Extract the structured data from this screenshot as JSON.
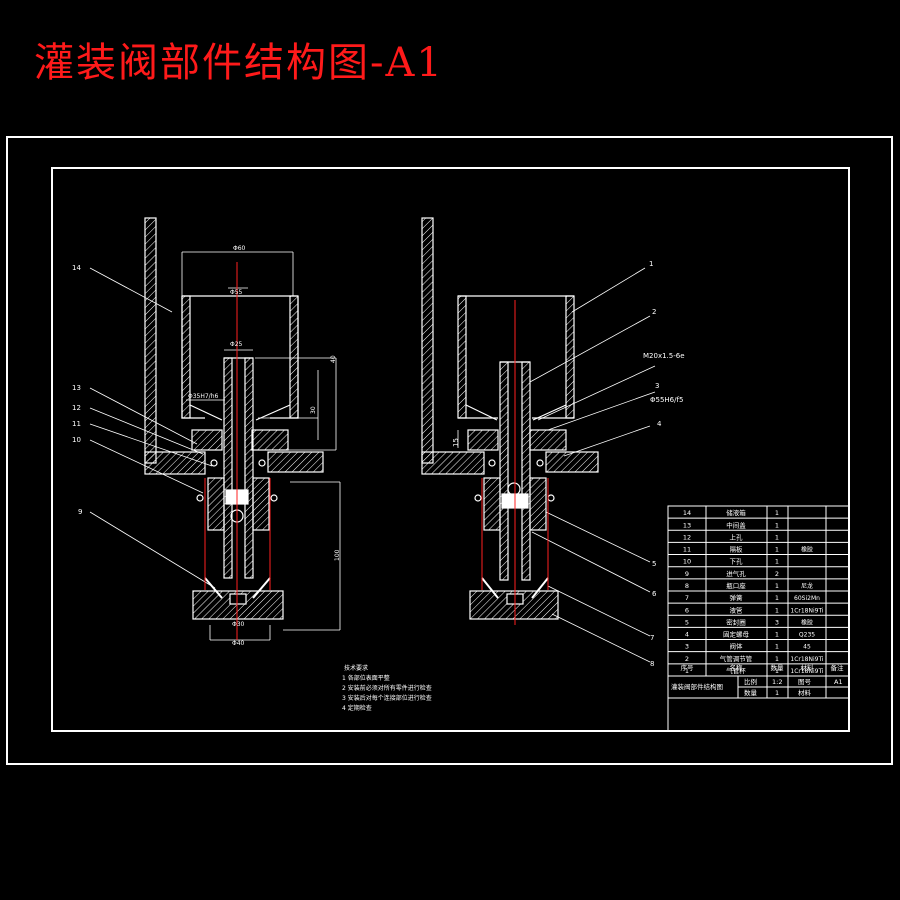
{
  "title": "灌装阀部件结构图-A1",
  "left_view": {
    "dims": {
      "d60": "Φ60",
      "d55": "Φ55",
      "d25": "Φ25",
      "fit": "Φ35H7/h6",
      "d30": "Φ30",
      "d40": "Φ40",
      "h40": "40",
      "h30": "30",
      "h100": "100"
    },
    "leaders": [
      "14",
      "13",
      "12",
      "11",
      "10",
      "9"
    ]
  },
  "right_view": {
    "dims": {
      "thread": "M20x1.5-6e",
      "fit": "Φ55H6/f5",
      "h15": "15"
    },
    "leaders": [
      "1",
      "2",
      "3",
      "4",
      "5",
      "6",
      "7",
      "8"
    ]
  },
  "tech_notes": {
    "heading": "技术要求",
    "items": [
      "1 各部位表面平整",
      "2 安装前必须对所有零件进行检查",
      "3 安装后对每个连接部位进行检查",
      "4 定期检查"
    ]
  },
  "bom": {
    "rows": [
      {
        "no": "14",
        "name": "储液箱",
        "qty": "1",
        "material": "",
        "note": ""
      },
      {
        "no": "13",
        "name": "中间盖",
        "qty": "1",
        "material": "",
        "note": ""
      },
      {
        "no": "12",
        "name": "上孔",
        "qty": "1",
        "material": "",
        "note": ""
      },
      {
        "no": "11",
        "name": "隔板",
        "qty": "1",
        "material": "橡胶",
        "note": ""
      },
      {
        "no": "10",
        "name": "下孔",
        "qty": "1",
        "material": "",
        "note": ""
      },
      {
        "no": "9",
        "name": "进气孔",
        "qty": "2",
        "material": "",
        "note": ""
      },
      {
        "no": "8",
        "name": "瓶口座",
        "qty": "1",
        "material": "尼龙",
        "note": ""
      },
      {
        "no": "7",
        "name": "弹簧",
        "qty": "1",
        "material": "60Si2Mn",
        "note": ""
      },
      {
        "no": "6",
        "name": "液管",
        "qty": "1",
        "material": "1Cr18Ni9Ti",
        "note": ""
      },
      {
        "no": "5",
        "name": "密封圈",
        "qty": "3",
        "material": "橡胶",
        "note": ""
      },
      {
        "no": "4",
        "name": "固定螺母",
        "qty": "1",
        "material": "Q235",
        "note": ""
      },
      {
        "no": "3",
        "name": "阀体",
        "qty": "1",
        "material": "45",
        "note": ""
      },
      {
        "no": "2",
        "name": "气管调节管",
        "qty": "1",
        "material": "1Cr18Ni9Ti",
        "note": ""
      },
      {
        "no": "1",
        "name": "气管杯",
        "qty": "1",
        "material": "1Cr18Ni9Ti",
        "note": ""
      }
    ],
    "header": {
      "no": "序号",
      "name": "名称",
      "qty": "数量",
      "material": "材料",
      "note": "备注"
    },
    "title_block": {
      "drawing_name": "灌装阀部件结构图",
      "scale_label": "比例",
      "scale_value": "1:2",
      "sheet_label": "图号",
      "sheet_value": "A1",
      "qty_label": "数量",
      "qty_value": "1",
      "material_label": "材料"
    }
  },
  "colors": {
    "line": "#ffffff",
    "center": "#ff2020",
    "title": "#ff1a1a",
    "background": "#000000"
  }
}
